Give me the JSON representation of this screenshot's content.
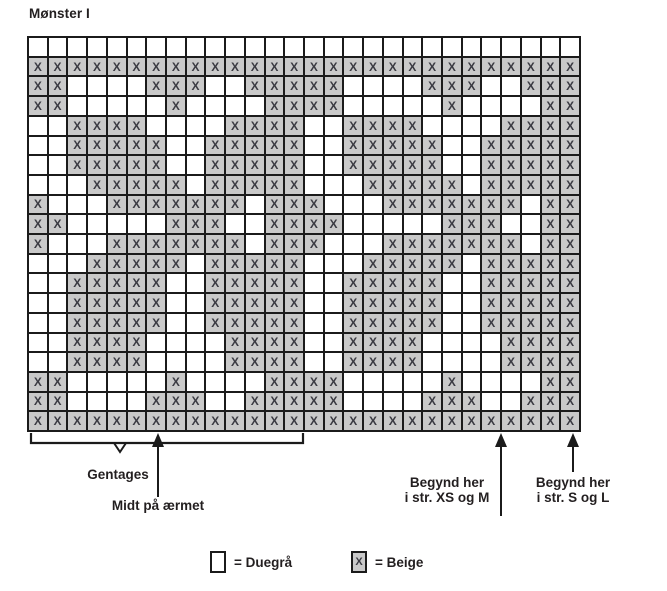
{
  "title": "Mønster I",
  "annotations": {
    "repeat_label": "Gentages",
    "sleeve_center_label": "Midt på ærmet",
    "start_xs_m_line1": "Begynd her",
    "start_xs_m_line2": "i str. XS og M",
    "start_s_l_line1": "Begynd her",
    "start_s_l_line2": "i str. S og L"
  },
  "legend": {
    "duegraa_label": "= Duegrå",
    "beige_label": "= Beige",
    "beige_symbol": "X"
  },
  "colors": {
    "background": "#ffffff",
    "grid_line": "#1b1b1b",
    "beige_cell": "#c9c9c9",
    "duegraa_cell": "#ffffff",
    "x_glyph": "#3a3a42",
    "text": "#231f20"
  },
  "chart_data": {
    "type": "heatmap",
    "description": "Knitting colorwork chart, 28 stitches x 20 rows; X = Beige stitch, blank = Duegrå stitch; 14-stitch repeat marked Gentages",
    "columns": 28,
    "rows": 20,
    "x_symbol": "X",
    "repeat_width": 14,
    "grid": [
      "............................",
      "XXXXXXXXXXXXXXXXXXXXXXXXXXXX",
      "XX....XXX..XXXXX....XXX..XXX",
      "XX.....X....XXXX.....X....XX",
      "..XXXX....XXXX..XXXX....XXXX",
      "..XXXXX..XXXXX..XXXXX..XXXXX",
      "..XXXXX..XXXXX..XXXXX..XXXXX",
      "...XXXXX.XXXXX...XXXXX.XXXXX",
      "X...XXXXXXX.XXX...XXXXXXX.XX",
      "XX.....XXX..XXXX.....XXX..XX",
      "X...XXXXXXX.XXX...XXXXXXX.XX",
      "...XXXXX.XXXXX...XXXXX.XXXXX",
      "..XXXXX..XXXXX..XXXXX..XXXXX",
      "..XXXXX..XXXXX..XXXXX..XXXXX",
      "..XXXXX..XXXXX..XXXXX..XXXXX",
      "..XXXX....XXXX..XXXX....XXXX",
      "..XXXX....XXXX..XXXX....XXXX",
      "XX.....X....XXXX.....X....XX",
      "XX....XXX..XXXXX....XXX..XXX",
      "XXXXXXXXXXXXXXXXXXXXXXXXXXXX"
    ]
  }
}
